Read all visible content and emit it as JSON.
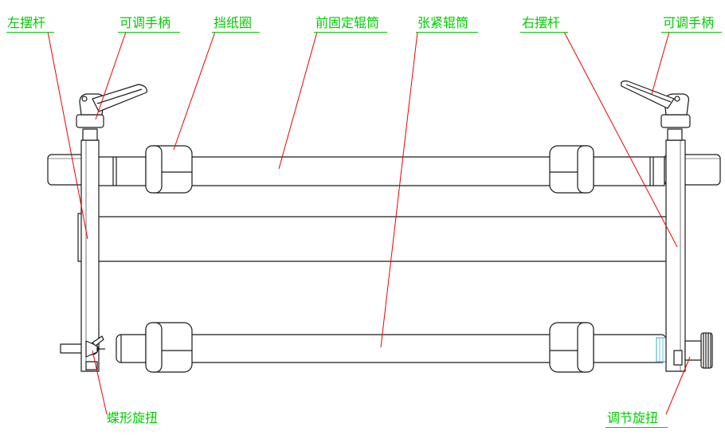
{
  "colors": {
    "label_text": "#00cc00",
    "leader_line": "#ee0000",
    "outline": "#1a1a1a",
    "fill": "#ffffff",
    "ring_accent": "#7fd0e8"
  },
  "labels": {
    "left_swing_rod": "左摆杆",
    "left_handle": "可调手柄",
    "retaining_ring": "挡纸圈",
    "front_fixed_roller": "前固定辊筒",
    "tension_roller": "张紧辊筒",
    "right_swing_rod": "右摆杆",
    "right_handle": "可调手柄",
    "wing_knob": "蝶形旋扭",
    "adjust_knob": "调节旋扭"
  }
}
